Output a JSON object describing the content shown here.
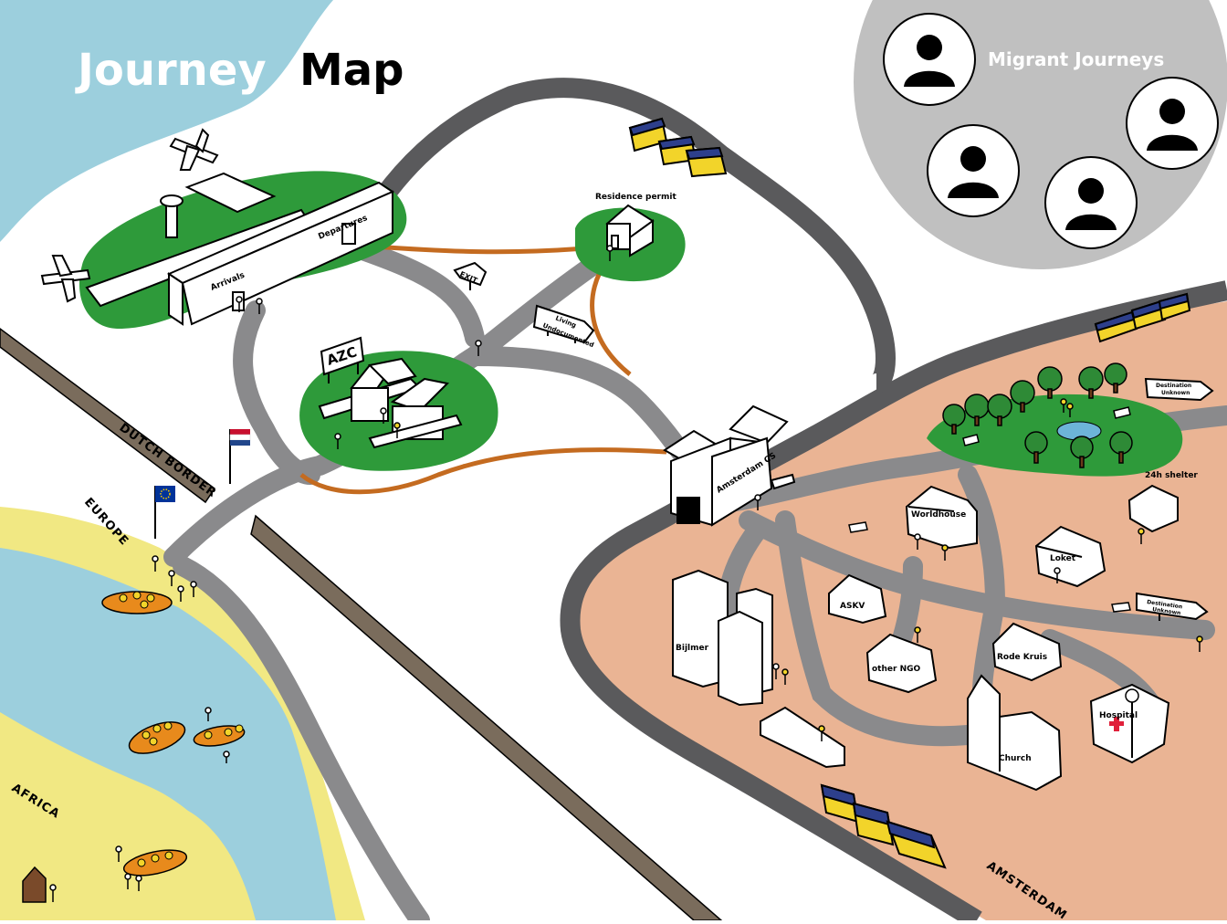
{
  "title": {
    "part1": "Journey",
    "part2": "Map"
  },
  "legend": {
    "title": "Migrant Journeys",
    "avatar_count": 4
  },
  "regions": {
    "border": "DUTCH BORDER",
    "europe": "EUROPE",
    "africa": "AFRICA",
    "amsterdam": "AMSTERDAM"
  },
  "places": {
    "arrivals": "Arrivals",
    "departures": "Departures",
    "azc": "AZC",
    "exit": "EXIT",
    "residence_permit": "Residence permit",
    "living_undocumented_1": "Living",
    "living_undocumented_2": "Undocumented",
    "amsterdam_cs": "Amsterdam CS",
    "worldhouse": "Worldhouse",
    "loket": "Loket",
    "shelter": "24h shelter",
    "askv": "ASKV",
    "other_ngo": "other NGO",
    "rode_kruis": "Rode Kruis",
    "bijlmer": "Bijlmer",
    "church": "Church",
    "hospital": "Hospital",
    "dest_1": "Destination",
    "dest_2": "Unknown"
  },
  "colors": {
    "sea": "#9ccfdd",
    "beach": "#f1e883",
    "green": "#2e9a3a",
    "road": "#8a8a8c",
    "rail": "#5a5a5c",
    "city": "#eab494",
    "path": "#c46b20",
    "boat": "#e88a1c",
    "border": "#7a6c5c",
    "train_blue": "#2d3f8c",
    "train_yellow": "#f2d42a",
    "legend_bg": "#c0c0c0"
  }
}
